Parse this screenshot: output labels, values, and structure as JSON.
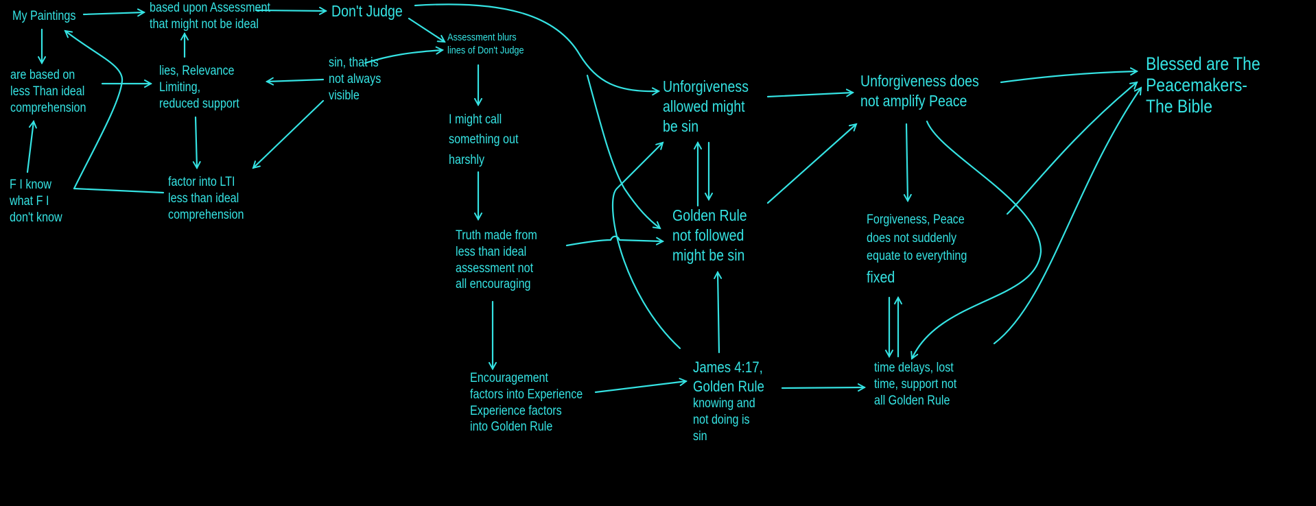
{
  "colors": {
    "background": "#000000",
    "ink": "#35e3e3"
  },
  "nodes": [
    {
      "id": "my-paintings",
      "lines": [
        "My Paintings"
      ]
    },
    {
      "id": "based-upon-assessment",
      "lines": [
        "based upon Assessment",
        "that might not be ideal"
      ]
    },
    {
      "id": "dont-judge",
      "lines": [
        "Don't Judge"
      ]
    },
    {
      "id": "assessment-blurs",
      "lines": [
        "Assessment blurs",
        "lines of Don't Judge"
      ]
    },
    {
      "id": "are-based-on",
      "lines": [
        "are based on",
        "less Than ideal",
        "comprehension"
      ]
    },
    {
      "id": "lies-relevance",
      "lines": [
        "lies, Relevance",
        "Limiting,",
        "reduced support"
      ]
    },
    {
      "id": "sin-not-visible",
      "lines": [
        "sin, that is",
        "not always",
        "visible"
      ]
    },
    {
      "id": "i-might-call",
      "lines": [
        "I might call",
        "something out",
        "harshly"
      ]
    },
    {
      "id": "factor-into-lti",
      "lines": [
        "factor into LTI",
        "less than ideal",
        "comprehension"
      ]
    },
    {
      "id": "fi-know",
      "lines": [
        "F I know",
        "what F I",
        "don't know"
      ]
    },
    {
      "id": "truth-made",
      "lines": [
        "Truth made from",
        "less than ideal",
        "assessment not",
        "all encouraging"
      ]
    },
    {
      "id": "unforgiveness-allowed",
      "lines": [
        "Unforgiveness",
        "allowed might",
        "be sin"
      ]
    },
    {
      "id": "golden-rule-not-followed",
      "lines": [
        "Golden Rule",
        "not followed",
        "might be sin"
      ]
    },
    {
      "id": "unforgiveness-does",
      "lines": [
        "Unforgiveness does",
        "not amplify Peace"
      ]
    },
    {
      "id": "blessed-peacemakers",
      "lines": [
        "Blessed are The",
        "Peacemakers-",
        "The Bible"
      ]
    },
    {
      "id": "forgiveness-peace",
      "lines": [
        "Forgiveness, Peace",
        "does not suddenly",
        "equate to everything",
        "fixed"
      ]
    },
    {
      "id": "encouragement",
      "lines": [
        "Encouragement",
        "factors into Experience",
        "Experience factors",
        "into Golden Rule"
      ]
    },
    {
      "id": "james-417",
      "lines": [
        "James 4:17,",
        "Golden Rule",
        "knowing and",
        "not doing is",
        "sin"
      ]
    },
    {
      "id": "time-delays",
      "lines": [
        "time delays, lost",
        "time, support not",
        "all Golden Rule"
      ]
    }
  ]
}
